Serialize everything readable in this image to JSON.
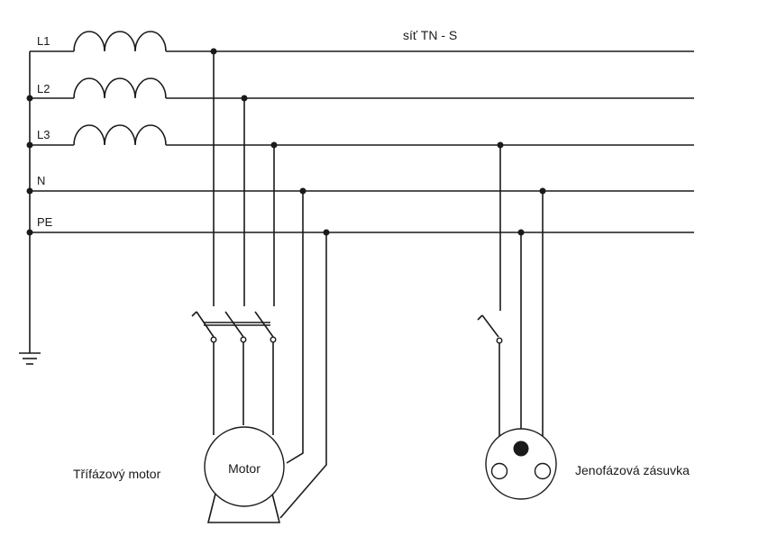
{
  "network_label": "síť TN - S",
  "lines": {
    "l1": "L1",
    "l2": "L2",
    "l3": "L3",
    "n": "N",
    "pe": "PE"
  },
  "motor": {
    "caption": "Třífázový motor",
    "label": "Motor"
  },
  "socket": {
    "caption": "Jenofázová zásuvka"
  }
}
